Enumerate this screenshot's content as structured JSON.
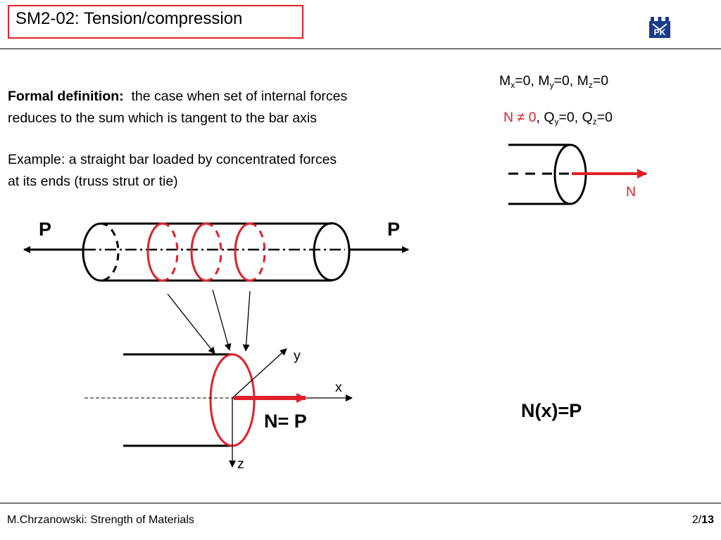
{
  "header": {
    "title": "SM2-02: Tension/compression"
  },
  "definition": {
    "bold_label": "Formal definition:",
    "line1": "the case when set of internal forces",
    "line2": "reduces to the sum which is tangent to the bar axis"
  },
  "example": {
    "line1": "Example: a straight bar loaded by concentrated forces",
    "line2": "at its ends (truss strut or tie)"
  },
  "moments": {
    "mx": "M",
    "mx_sub": "x",
    "mx_val": "=0, ",
    "my": "M",
    "my_sub": "y",
    "my_val": "=0, ",
    "mz": "M",
    "mz_sub": "z",
    "mz_val": "=0"
  },
  "forces": {
    "n_text": "N ≠ 0",
    "sep": ", ",
    "qy": "Q",
    "qy_sub": "y",
    "qy_val": "=0, ",
    "qz": "Q",
    "qz_sub": "z",
    "qz_val": "=0"
  },
  "labels": {
    "n_small": "N",
    "p_left": "P",
    "p_right": "P",
    "axis_y": "y",
    "axis_x": "x",
    "axis_z": "z",
    "n_equals_p": "N= P",
    "n_of_x": "N(x)=P"
  },
  "footer": {
    "author": "M.Chrzanowski: Strength of Materials",
    "page": "2/",
    "total": "13"
  },
  "colors": {
    "accent": "#e0202a",
    "logo": "#1a3a8c"
  }
}
